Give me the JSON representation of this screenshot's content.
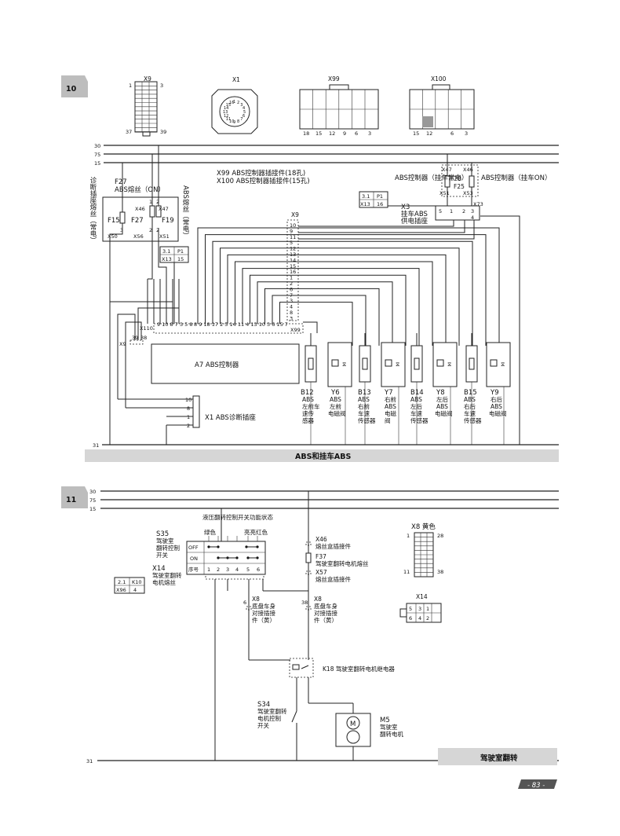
{
  "sec10": {
    "badge": "10",
    "bus_labels": [
      "30",
      "75",
      "15"
    ],
    "bottom_bus_label": "31",
    "conn_views": {
      "x9": {
        "title": "X9",
        "pin1": "1",
        "pin3": "3",
        "pin37": "37",
        "pin39": "39"
      },
      "x1": {
        "title": "X1",
        "pins": [
          "1",
          "2",
          "3",
          "4",
          "5",
          "6",
          "7",
          "8",
          "9",
          "10",
          "11",
          "12",
          "13",
          "14",
          "15",
          "16"
        ]
      },
      "x99": {
        "title": "X99",
        "pins": [
          "18",
          "15",
          "12",
          "9",
          "6",
          "3"
        ]
      },
      "x100": {
        "title": "X100",
        "pins": [
          "15",
          "12",
          "6",
          "3"
        ]
      }
    },
    "note_x99": "X99 ABS控制器插接件(18孔)",
    "note_x100": "X100 ABS控制器插接件(15孔)",
    "fusebox": {
      "title": "F27",
      "subtitle": "ABS熔丝（ON）",
      "side_label": "诊断插座熔丝（常电）",
      "right_label": "ABS熔丝（常电）",
      "f15": "F15",
      "f27": "F27",
      "f19": "F19",
      "x46": "X46",
      "x47": "X47",
      "x50": "X50",
      "x56": "X56",
      "x51": "X51",
      "pin1": "1",
      "pin2": "2",
      "pin2b": "2",
      "pin3": "3",
      "pin2c": "2"
    },
    "p1_box": {
      "r1c1": "3.1",
      "r1c2": "P1",
      "r2c1": "X13",
      "r2c2": "15"
    },
    "trailer_fuse": {
      "left_label": "ABS控制器（挂车常电）",
      "right_label": "ABS控制器（挂车ON）",
      "f20": "F20",
      "f25": "F25",
      "x47": "X47",
      "x46": "X46",
      "x51": "X51",
      "x53": "X53",
      "pin1": "1",
      "pin2": "2",
      "pin3": "3",
      "pin1b": "1"
    },
    "p1_box2": {
      "r1c1": "3.1",
      "r1c2": "P1",
      "r2c1": "X13",
      "r2c2": "16"
    },
    "x3": {
      "title": "X3",
      "label1": "挂车ABS",
      "label2": "供电插座",
      "x73": "X73",
      "pins": [
        "5",
        "1",
        "2",
        "3",
        "4"
      ]
    },
    "x9_column": {
      "label": "X9",
      "pins": [
        "10",
        "9",
        "11",
        "5",
        "12",
        "13",
        "14",
        "15",
        "16",
        "1",
        "2",
        "6",
        "7",
        "3",
        "4",
        "8",
        "3"
      ]
    },
    "x110_label": "X110",
    "x110_pins": "9 10 8 7 3 5 8",
    "x99_pins": "8 9 18 17 2 5 14 11 4 13 10 3 6 15 7",
    "x99_label": "X99",
    "x9_small": {
      "label": "X9",
      "p39": "39",
      "p38": "38"
    },
    "a7_label": "A7 ABS控制器",
    "x1_diag": {
      "label": "X1 ABS诊断插座",
      "pins": [
        "10",
        "8",
        "1",
        "2"
      ]
    },
    "components": [
      {
        "code": "B12",
        "lines": [
          "ABS",
          "左前车",
          "速传",
          "感器"
        ]
      },
      {
        "code": "Y6",
        "lines": [
          "ABS",
          "左前",
          "电磁阀"
        ]
      },
      {
        "code": "B13",
        "lines": [
          "ABS",
          "右前",
          "车速",
          "传感器"
        ]
      },
      {
        "code": "Y7",
        "lines": [
          "右前",
          "ABS",
          "电磁",
          "阀"
        ]
      },
      {
        "code": "B14",
        "lines": [
          "ABS",
          "左后",
          "车速",
          "传感器"
        ]
      },
      {
        "code": "Y8",
        "lines": [
          "左后",
          "ABS",
          "电磁阀"
        ]
      },
      {
        "code": "B15",
        "lines": [
          "ABS",
          "右后",
          "车速",
          "传感器"
        ]
      },
      {
        "code": "Y9",
        "lines": [
          "右后",
          "ABS",
          "电磁阀"
        ]
      }
    ],
    "footer_title": "ABS和挂车ABS"
  },
  "sec11": {
    "badge": "11",
    "bus_labels": [
      "30",
      "75",
      "15"
    ],
    "bottom_bus_label": "31",
    "func_title": "液压翻转控制开关功能状态",
    "colors": {
      "green": "绿色",
      "bright_red": "亮亮红色"
    },
    "s35": {
      "code": "S35",
      "lines": [
        "驾驶室",
        "翻转控制",
        "开关"
      ]
    },
    "table": {
      "row_off": "OFF",
      "row_on": "ON",
      "row_seq": "序号",
      "cols": [
        "1",
        "2",
        "3",
        "4",
        "5",
        "6"
      ]
    },
    "x14": {
      "code": "X14",
      "lines": [
        "驾驶室翻转",
        "电机熔丝"
      ]
    },
    "k10_box": {
      "r1c1": "2.1",
      "r1c2": "K10",
      "r2c1": "X96",
      "r2c2": "4"
    },
    "x46": {
      "code": "X46",
      "label": "熔丝盒插接件"
    },
    "f37": {
      "code": "F37",
      "label": "驾驶室翻转电机熔丝"
    },
    "x57": {
      "code": "X57",
      "label": "熔丝盒插接件"
    },
    "x8_left": {
      "pin": "6",
      "code": "X8",
      "lines": [
        "底盘车身",
        "对接插接",
        "件（黄）"
      ]
    },
    "x8_right": {
      "pin": "38",
      "code": "X8",
      "lines": [
        "底盘车身",
        "对接插接",
        "件（黄）"
      ]
    },
    "k18": "K18 驾驶室翻转电机继电器",
    "s34": {
      "code": "S34",
      "lines": [
        "驾驶室翻转",
        "电机控制",
        "开关"
      ]
    },
    "m5": {
      "code": "M5",
      "lines": [
        "驾驶室",
        "翻转电机"
      ],
      "symbol": "M"
    },
    "x8_view": {
      "title": "X8 黄色",
      "p1": "1",
      "p28": "28",
      "p11": "11",
      "p38": "38"
    },
    "x14_view": {
      "title": "X14",
      "pins": [
        "1",
        "2",
        "3",
        "4",
        "5",
        "6"
      ]
    },
    "footer_title": "驾驶室翻转"
  },
  "page_number": "- 83 -"
}
